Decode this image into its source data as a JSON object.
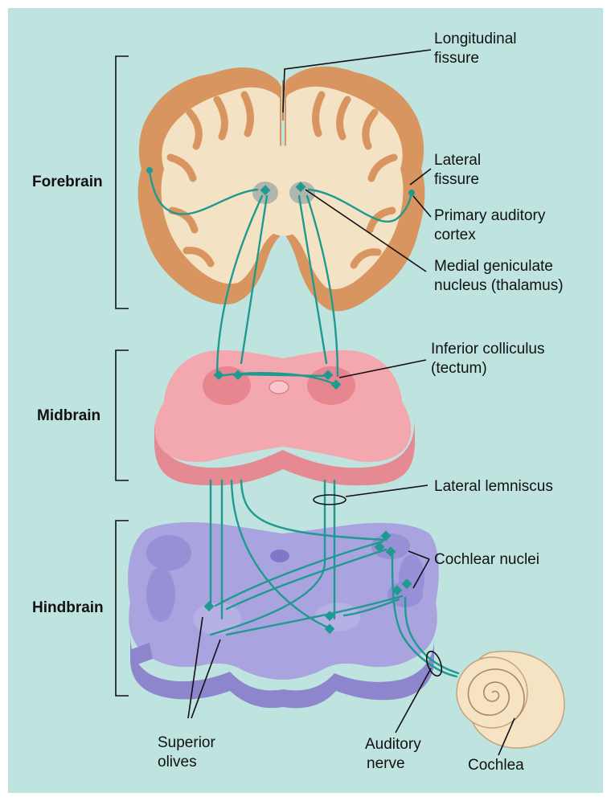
{
  "colors": {
    "background": "#bfe3df",
    "cortex_gray": "#d8955f",
    "white_matter": "#f4e2c4",
    "midbrain": "#f2a8ae",
    "hindbrain": "#a9a4e0",
    "pathway": "#1f9a90",
    "cochlea": "#f5e3c4"
  },
  "regions": {
    "forebrain": "Forebrain",
    "midbrain": "Midbrain",
    "hindbrain": "Hindbrain"
  },
  "labels": {
    "longitudinal_fissure": [
      "Longitudinal",
      "fissure"
    ],
    "lateral_fissure": [
      "Lateral",
      "fissure"
    ],
    "primary_auditory_cortex": [
      "Primary auditory",
      "cortex"
    ],
    "medial_geniculate": [
      "Medial geniculate",
      "nucleus (thalamus)"
    ],
    "inferior_colliculus": [
      "Inferior colliculus",
      "(tectum)"
    ],
    "lateral_lemniscus": "Lateral lemniscus",
    "cochlear_nuclei": "Cochlear nuclei",
    "superior_olives": [
      "Superior",
      "olives"
    ],
    "auditory_nerve": [
      "Auditory",
      "nerve"
    ],
    "cochlea": "Cochlea"
  }
}
